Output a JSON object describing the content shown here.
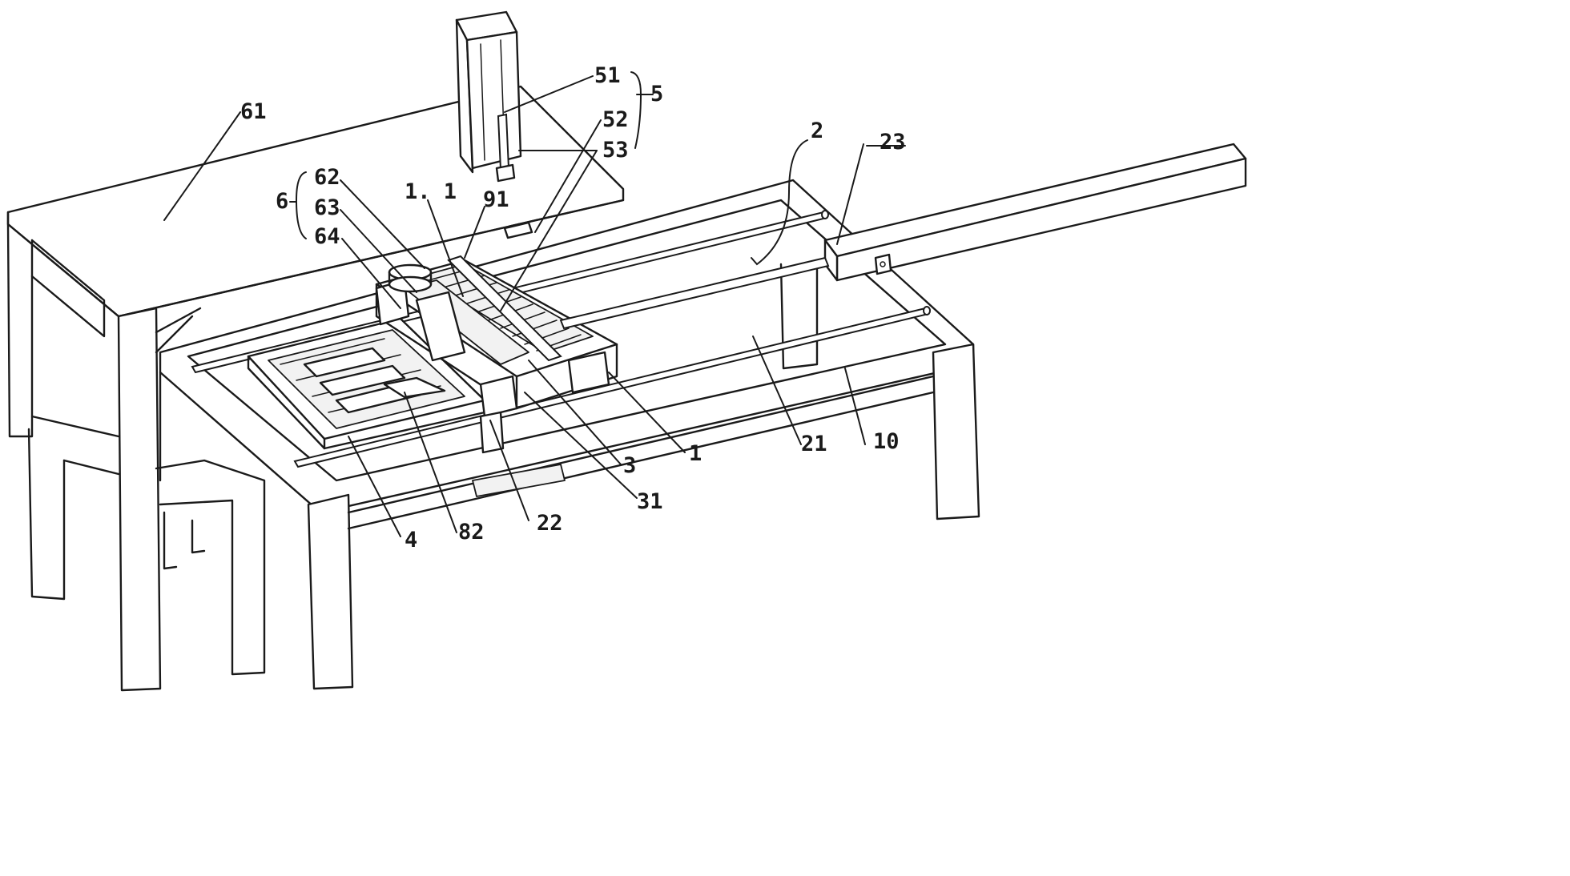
{
  "labels": {
    "l51": "51",
    "l5": "5",
    "l52": "52",
    "l53": "53",
    "l61": "61",
    "l6": "6",
    "l62": "62",
    "l63": "63",
    "l64": "64",
    "l1_1": "1. 1",
    "l91": "91",
    "l2": "2",
    "l23": "23",
    "l21": "21",
    "l10": "10",
    "l1": "1",
    "l3": "3",
    "l31": "31",
    "l22": "22",
    "l82": "82",
    "l4": "4"
  }
}
